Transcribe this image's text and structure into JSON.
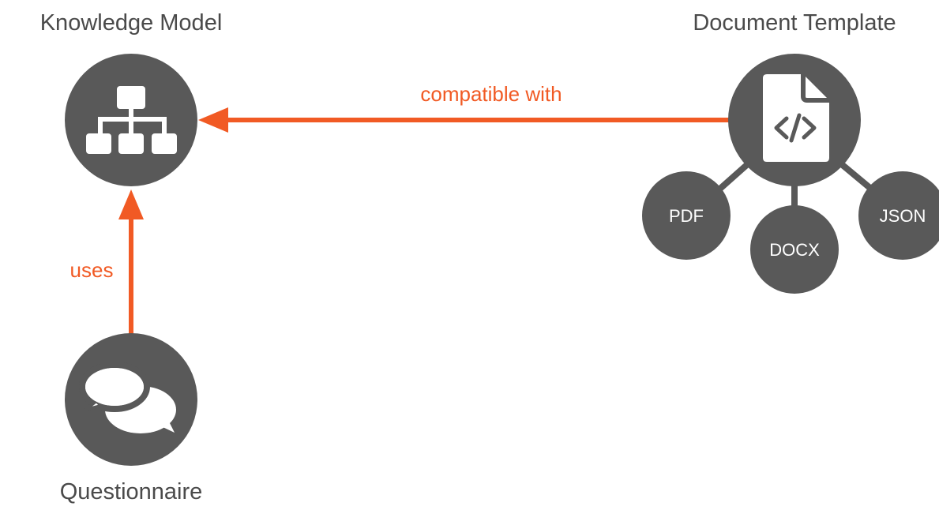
{
  "colors": {
    "node": "#595959",
    "edge": "#f15a24",
    "icon": "#ffffff",
    "title_text": "#4a4a4a"
  },
  "nodes": {
    "knowledge_model": {
      "title": "Knowledge Model",
      "icon": "sitemap-icon"
    },
    "document_template": {
      "title": "Document Template",
      "icon": "code-file-icon"
    },
    "questionnaire": {
      "title": "Questionnaire",
      "icon": "chat-bubbles-icon"
    }
  },
  "formats": [
    {
      "label": "PDF"
    },
    {
      "label": "DOCX"
    },
    {
      "label": "JSON"
    }
  ],
  "edges": {
    "compatible_with": {
      "label": "compatible with",
      "from": "Document Template",
      "to": "Knowledge Model"
    },
    "uses": {
      "label": "uses",
      "from": "Questionnaire",
      "to": "Knowledge Model"
    }
  }
}
